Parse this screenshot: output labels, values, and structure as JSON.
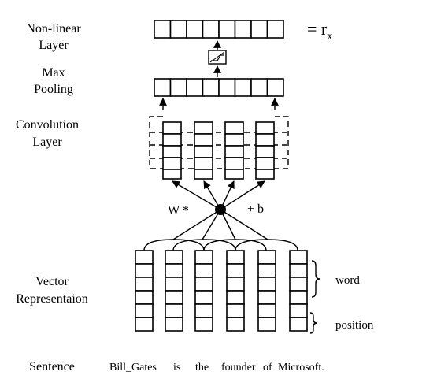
{
  "labels": {
    "nonlinear": [
      "Non-linear",
      "Layer"
    ],
    "maxpool": [
      "Max",
      "Pooling"
    ],
    "conv": [
      "Convolution",
      "Layer"
    ],
    "vector": [
      "Vector",
      "Representaion"
    ],
    "sentence": "Sentence"
  },
  "rx": {
    "main": "= r",
    "sub": "x"
  },
  "operator": {
    "weight": "W *",
    "bias": "+ b"
  },
  "braces": {
    "word": "word",
    "position": "position"
  },
  "sentence_tokens": [
    "Bill_Gates",
    "is",
    "the",
    "founder",
    "of",
    "Microsoft."
  ]
}
